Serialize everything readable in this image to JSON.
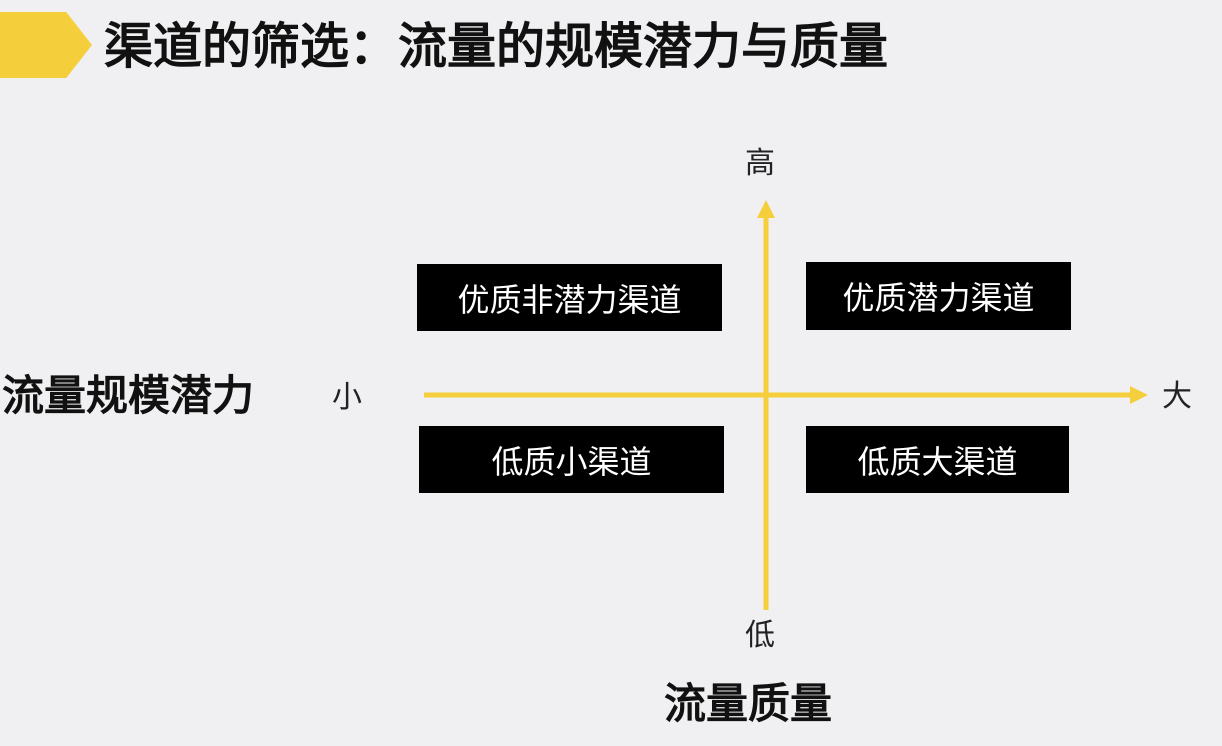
{
  "title": "渠道的筛选：流量的规模潜力与质量",
  "colors": {
    "accent": "#f5cf3b",
    "box_bg": "#000000",
    "box_text": "#ffffff",
    "background": "#f0eff1"
  },
  "axes": {
    "x_title": "流量规模潜力",
    "x_min_label": "小",
    "x_max_label": "大",
    "y_title": "流量质量",
    "y_min_label": "低",
    "y_max_label": "高"
  },
  "quadrants": {
    "top_left": "优质非潜力渠道",
    "top_right": "优质潜力渠道",
    "bottom_left": "低质小渠道",
    "bottom_right": "低质大渠道"
  }
}
